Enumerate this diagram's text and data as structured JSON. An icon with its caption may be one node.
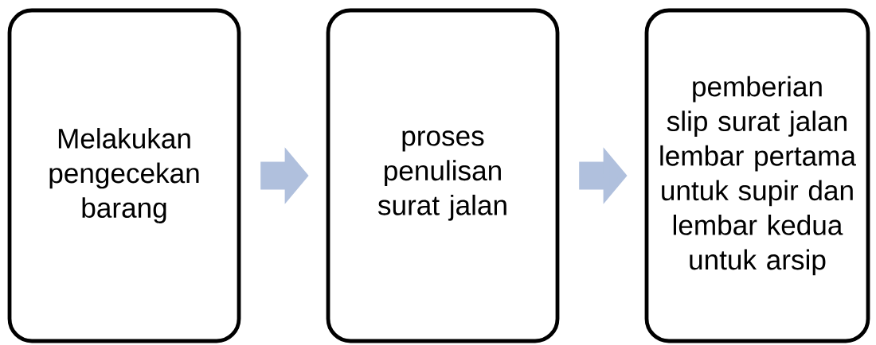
{
  "diagram": {
    "nodes": [
      {
        "text": [
          "Melakukan pengecekan barang"
        ]
      },
      {
        "text": [
          "proses penulisan surat jalan"
        ]
      },
      {
        "text": [
          "pemberian slip surat jalan lembar pertama untuk supir dan lembar kedua untuk arsip"
        ]
      }
    ],
    "edges": [
      {
        "from": 0,
        "to": 1,
        "arrow": "to"
      },
      {
        "from": 1,
        "to": 2,
        "arrow": "to"
      }
    ]
  }
}
